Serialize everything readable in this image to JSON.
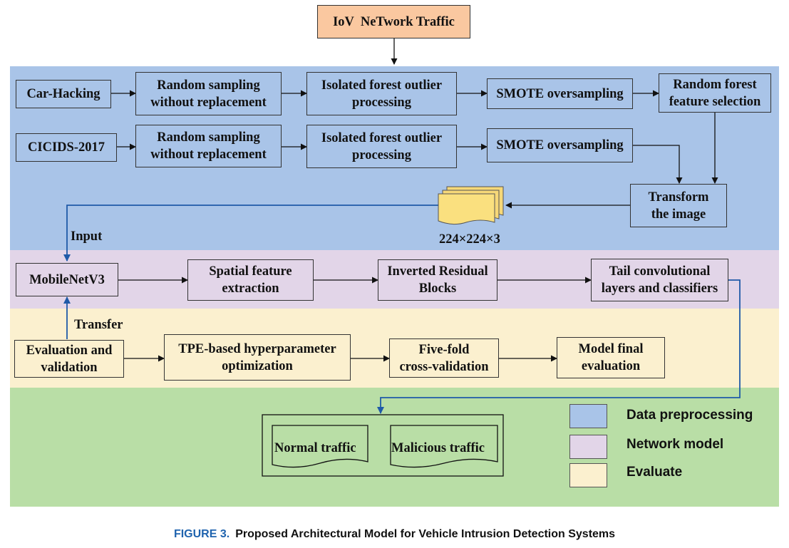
{
  "diagram": {
    "source": "IoV  NeTwork Traffic",
    "row1": [
      "Car-Hacking",
      "Random sampling\nwithout replacement",
      "Isolated forest outlier\nprocessing",
      "SMOTE oversampling",
      "Random forest\nfeature selection"
    ],
    "row2": [
      "CICIDS-2017",
      "Random sampling\nwithout replacement",
      "Isolated forest outlier\nprocessing",
      "SMOTE oversampling"
    ],
    "transform": "Transform\nthe image",
    "image_size": "224×224×3",
    "input_label": "Input",
    "model_row": [
      "MobileNetV3",
      "Spatial feature\nextraction",
      "Inverted Residual\nBlocks",
      "Tail convolutional\nlayers and classifiers"
    ],
    "transfer_label": "Transfer",
    "eval_row": [
      "Evaluation and\nvalidation",
      "TPE-based hyperparameter\noptimization",
      "Five-fold\ncross-validation",
      "Model final\nevaluation"
    ],
    "outputs": [
      "Normal traffic",
      "Malicious traffic"
    ]
  },
  "legend": [
    {
      "label": "Data preprocessing",
      "color": "#a9c4e8"
    },
    {
      "label": "Network model",
      "color": "#e2d5e8"
    },
    {
      "label": "Evaluate",
      "color": "#fbf0cf"
    }
  ],
  "caption": {
    "number": "FIGURE 3.",
    "text": "Proposed Architectural Model for Vehicle Intrusion Detection Systems"
  },
  "colors": {
    "blue_band": "#a9c4e8",
    "purple_band": "#e2d5e8",
    "yellow_band": "#fbf0cf",
    "green_band": "#b9dea6",
    "source_box": "#fac8a0",
    "link_blue": "#1f5aa8",
    "caption_number": "#1f63ae"
  }
}
